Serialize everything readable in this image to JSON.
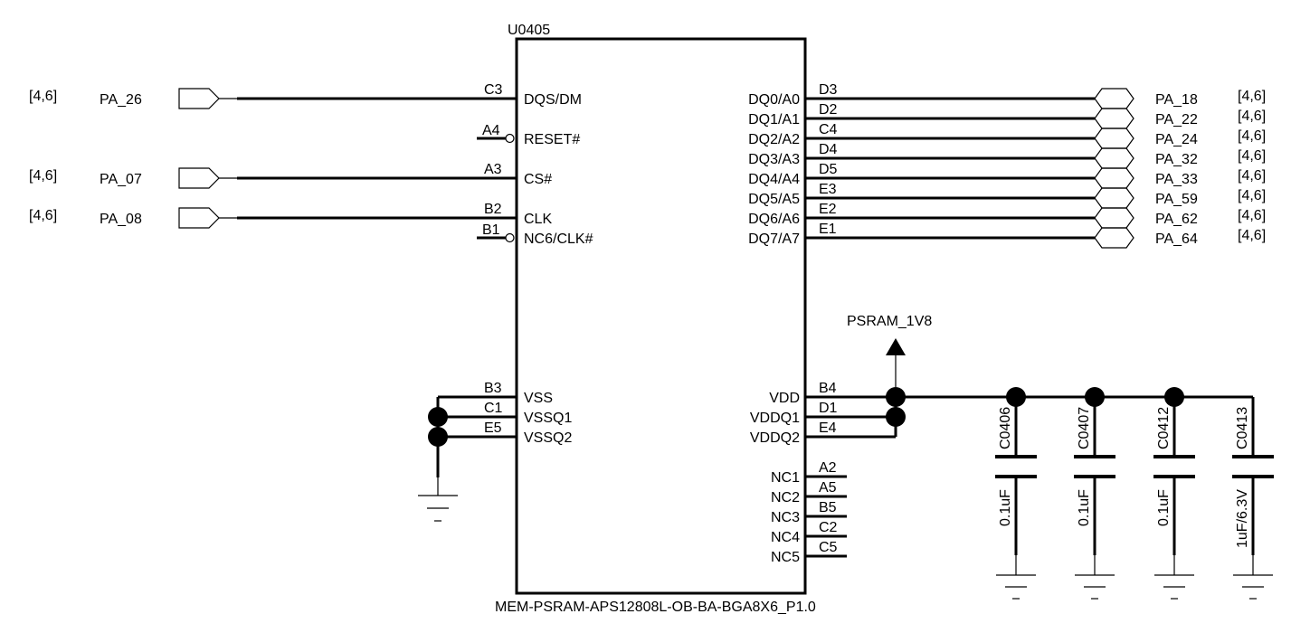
{
  "component": {
    "ref": "U0405",
    "part": "MEM-PSRAM-APS12808L-OB-BA-BGA8X6_P1.0"
  },
  "left_pins": [
    {
      "ball": "C3",
      "name": "DQS/DM"
    },
    {
      "ball": "A4",
      "name": "RESET#"
    },
    {
      "ball": "A3",
      "name": "CS#"
    },
    {
      "ball": "B2",
      "name": "CLK"
    },
    {
      "ball": "B1",
      "name": "NC6/CLK#"
    },
    {
      "ball": "B3",
      "name": "VSS"
    },
    {
      "ball": "C1",
      "name": "VSSQ1"
    },
    {
      "ball": "E5",
      "name": "VSSQ2"
    }
  ],
  "left_ports": [
    {
      "ref": "[4,6]",
      "net": "PA_26"
    },
    {
      "ref": "[4,6]",
      "net": "PA_07"
    },
    {
      "ref": "[4,6]",
      "net": "PA_08"
    }
  ],
  "right_data_pins": [
    {
      "ball": "D3",
      "name": "DQ0/A0",
      "net": "PA_18",
      "ref": "[4,6]"
    },
    {
      "ball": "D2",
      "name": "DQ1/A1",
      "net": "PA_22",
      "ref": "[4,6]"
    },
    {
      "ball": "C4",
      "name": "DQ2/A2",
      "net": "PA_24",
      "ref": "[4,6]"
    },
    {
      "ball": "D4",
      "name": "DQ3/A3",
      "net": "PA_32",
      "ref": "[4,6]"
    },
    {
      "ball": "D5",
      "name": "DQ4/A4",
      "net": "PA_33",
      "ref": "[4,6]"
    },
    {
      "ball": "E3",
      "name": "DQ5/A5",
      "net": "PA_59",
      "ref": "[4,6]"
    },
    {
      "ball": "E2",
      "name": "DQ6/A6",
      "net": "PA_62",
      "ref": "[4,6]"
    },
    {
      "ball": "E1",
      "name": "DQ7/A7",
      "net": "PA_64",
      "ref": "[4,6]"
    }
  ],
  "right_power_pins": [
    {
      "ball": "B4",
      "name": "VDD"
    },
    {
      "ball": "D1",
      "name": "VDDQ1"
    },
    {
      "ball": "E4",
      "name": "VDDQ2"
    }
  ],
  "right_nc_pins": [
    {
      "ball": "A2",
      "name": "NC1"
    },
    {
      "ball": "A5",
      "name": "NC2"
    },
    {
      "ball": "B5",
      "name": "NC3"
    },
    {
      "ball": "C2",
      "name": "NC4"
    },
    {
      "ball": "C5",
      "name": "NC5"
    }
  ],
  "power_rail": "PSRAM_1V8",
  "capacitors": [
    {
      "ref": "C0406",
      "value": "0.1uF"
    },
    {
      "ref": "C0407",
      "value": "0.1uF"
    },
    {
      "ref": "C0412",
      "value": "0.1uF"
    },
    {
      "ref": "C0413",
      "value": "1uF/6.3V"
    }
  ]
}
